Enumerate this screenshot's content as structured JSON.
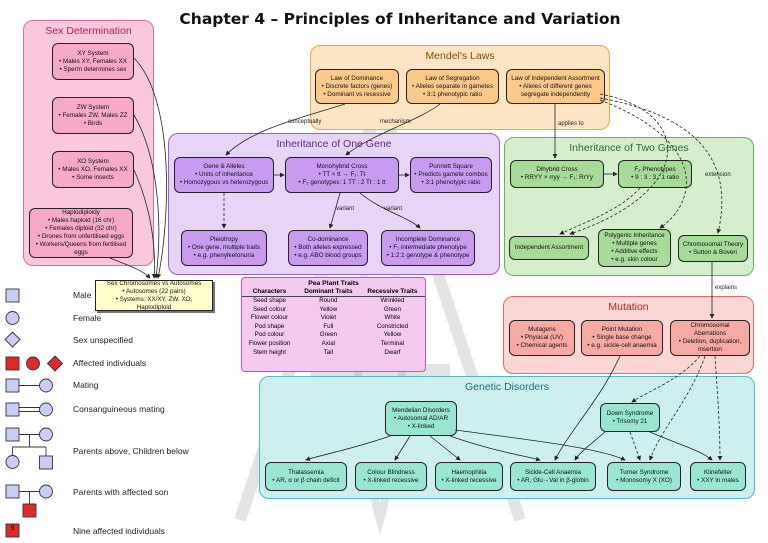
{
  "title": "Chapter 4 – Principles of Inheritance and Variation",
  "panels": {
    "sex": "Sex Determination",
    "mendel": "Mendel's Laws",
    "one_gene": "Inheritance of One Gene",
    "two_genes": "Inheritance of Two Genes",
    "mutation": "Mutation",
    "disorders": "Genetic Disorders"
  },
  "sex_nodes": {
    "xy": [
      "XY System",
      "• Males XY, Females XX",
      "• Sperm determines sex"
    ],
    "zw": [
      "ZW System",
      "• Females ZW, Males ZZ",
      "• Birds"
    ],
    "xo": [
      "XO System",
      "• Males XO, Females XX",
      "• Some insects"
    ],
    "haplo": [
      "Haplodiploidy",
      "• Males haploid (16 chr)",
      "• Females diploid (32 chr)",
      "• Drones from unfertilised eggs",
      "• Workers/Queens from fertilised eggs"
    ]
  },
  "note": [
    "Sex Chromosomes vs Autosomes",
    "• Autosomes (22 pairs)",
    "• Systems: XX/XY, ZW, XO, Haplodiploid"
  ],
  "mendel_nodes": {
    "dominance": [
      "Law of Dominance",
      "• Discrete factors (genes)",
      "• Dominant vs recessive"
    ],
    "segregation": [
      "Law of Segregation",
      "• Alleles separate in gametes",
      "• 3:1 phenotypic ratio"
    ],
    "independent": [
      "Law of Independent Assortment",
      "• Alleles of different genes",
      "segregate independently"
    ]
  },
  "one_gene_nodes": {
    "gene": [
      "Gene & Alleles",
      "• Units of inheritance",
      "• Homozygous vs heterozygous"
    ],
    "mono": [
      "Monohybrid Cross",
      "• TT × tt → F₁: Tt",
      "• F₂ genotypes: 1 TT : 2 Tt : 1 tt"
    ],
    "punnett": [
      "Punnett Square",
      "• Predicts gamete combos",
      "• 3:1 phenotypic ratio"
    ],
    "pleio": [
      "Pleiotropy",
      "• One gene, multiple traits",
      "• e.g. phenylketonuria"
    ],
    "codom": [
      "Co-dominance",
      "• Both alleles expressed",
      "• e.g. ABO blood groups"
    ],
    "incomplete": [
      "Incomplete Dominance",
      "• F₁ intermediate phenotype",
      "• 1:2:1 genotype & phenotype"
    ]
  },
  "two_gene_nodes": {
    "dihybrid": [
      "Dihybrid Cross",
      "• RRYY × rryy → F₁: RrYy"
    ],
    "f2": [
      "F₂ Phenotypes",
      "• 9 : 3 : 3 : 1 ratio"
    ],
    "indep": [
      "Independent Assortment"
    ],
    "poly": [
      "Polygenic Inheritance",
      "• Multiple genes",
      "• Additive effects",
      "• e.g. skin colour"
    ],
    "chromo": [
      "Chromosomal Theory",
      "• Sutton & Boveri"
    ]
  },
  "mutation_nodes": {
    "mutagens": [
      "Mutagens",
      "• Physical (UV)",
      "• Chemical agents"
    ],
    "point": [
      "Point Mutation",
      "• Single base change",
      "• e.g. sickle-cell anaemia"
    ],
    "aberr": [
      "Chromosomal Aberrations",
      "• Deletion, duplication,",
      "insertion"
    ]
  },
  "disorder_nodes": {
    "mendelian": [
      "Mendelian Disorders",
      "• Autosomal AD/AR",
      "• X-linked"
    ],
    "down": [
      "Down Syndrome",
      "• Trisomy 21"
    ],
    "thal": [
      "Thalassemia",
      "• AR, α or β chain deficit"
    ],
    "colour": [
      "Colour Blindness",
      "• X-linked recessive"
    ],
    "haemo": [
      "Haemophilia",
      "• X-linked recessive"
    ],
    "sickle": [
      "Sickle-Cell Anaemia",
      "• AR, Glu→Val in β-globin"
    ],
    "turner": [
      "Turner Syndrome",
      "• Monosomy X (XO)"
    ],
    "kline": [
      "Klinefelter",
      "• XXY in males"
    ]
  },
  "edge_labels": {
    "conceptually": "conceptually",
    "mechanism": "mechanism",
    "applies_to": "applies to",
    "variant1": "variant",
    "variant2": "variant",
    "extension": "extension",
    "explains": "explains"
  },
  "pea_table": {
    "title": "Pea Plant Traits",
    "headers": [
      "Characters",
      "Dominant Traits",
      "Recessive Traits"
    ],
    "rows": [
      [
        "Seed shape",
        "Round",
        "Wrinkled"
      ],
      [
        "Seed colour",
        "Yellow",
        "Green"
      ],
      [
        "Flower colour",
        "Violet",
        "White"
      ],
      [
        "Pod shape",
        "Full",
        "Constricted"
      ],
      [
        "Pod colour",
        "Green",
        "Yellow"
      ],
      [
        "Flower position",
        "Axial",
        "Terminal"
      ],
      [
        "Stem height",
        "Tall",
        "Dwarf"
      ]
    ]
  },
  "legend": {
    "male": "Male",
    "female": "Female",
    "unspecified": "Sex unspecified",
    "affected": "Affected individuals",
    "mating": "Mating",
    "consanguineous": "Consanguineous mating",
    "parents_children": "Parents above, Children below",
    "affected_son": "Parents with affected son",
    "nine_affected": "Nine affected individuals",
    "nine_number": "9"
  },
  "colors": {
    "sex": "#f9c8dc",
    "sex_border": "#e06aa0",
    "sex_node": "#f6a9c8",
    "mendel": "#fde5c4",
    "mendel_border": "#f0a54a",
    "mendel_node": "#fbc98a",
    "one_gene": "#e8d4f6",
    "one_gene_border": "#9b5fcf",
    "one_gene_node": "#c99bf0",
    "two_genes": "#d5efcd",
    "two_genes_border": "#5fb35a",
    "two_genes_node": "#a6dc97",
    "mutation": "#fbd6d4",
    "mutation_border": "#e26a63",
    "mutation_node": "#f7a9a4",
    "disorders": "#cdeff0",
    "disorders_border": "#49bdc2",
    "disorders_node": "#98e6d1",
    "table": "#f6c9f2",
    "table_border": "#c74fb8",
    "legend_fill": "#c9cdf3",
    "affected": "#e02a2a",
    "note": "#ffffcc"
  }
}
